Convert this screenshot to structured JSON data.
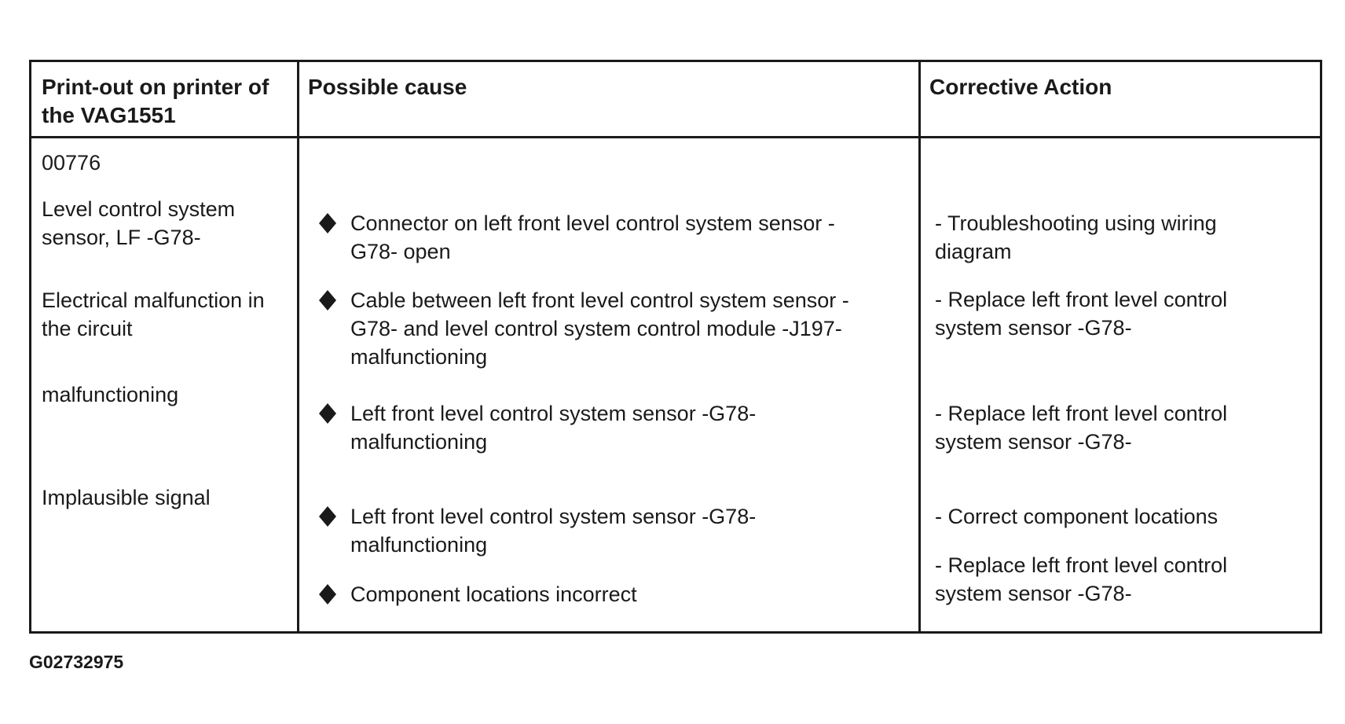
{
  "headers": {
    "printout": [
      "Print-out on printer of",
      "the VAG1551"
    ],
    "cause": "Possible cause",
    "action": "Corrective Action"
  },
  "printout": {
    "code": "00776",
    "component": [
      "Level control system",
      "sensor, LF -G78-"
    ],
    "fault_electrical": [
      "Electrical malfunction in",
      "the circuit"
    ],
    "fault_malfunction": "malfunctioning",
    "fault_implausible": "Implausible signal"
  },
  "causes": [
    [
      "Connector on left front level control system sensor -",
      "G78- open"
    ],
    [
      "Cable between left front level control system sensor -",
      "G78- and level control system control module -J197-",
      "malfunctioning"
    ],
    [
      "Left front level control system sensor -G78-",
      "malfunctioning"
    ],
    [
      "Left front level control system sensor -G78-",
      "malfunctioning"
    ],
    [
      "Component locations incorrect"
    ]
  ],
  "actions": [
    [
      "- Troubleshooting using wiring",
      "diagram"
    ],
    [
      "- Replace left front level control",
      "system sensor -G78-"
    ],
    [
      "- Replace left front level control",
      "system sensor -G78-"
    ],
    [
      "- Correct component locations"
    ],
    [
      "- Replace left front level control",
      "system sensor -G78-"
    ]
  ],
  "figure_id": "G02732975",
  "bullet_icon": "diamond-bullet-icon"
}
